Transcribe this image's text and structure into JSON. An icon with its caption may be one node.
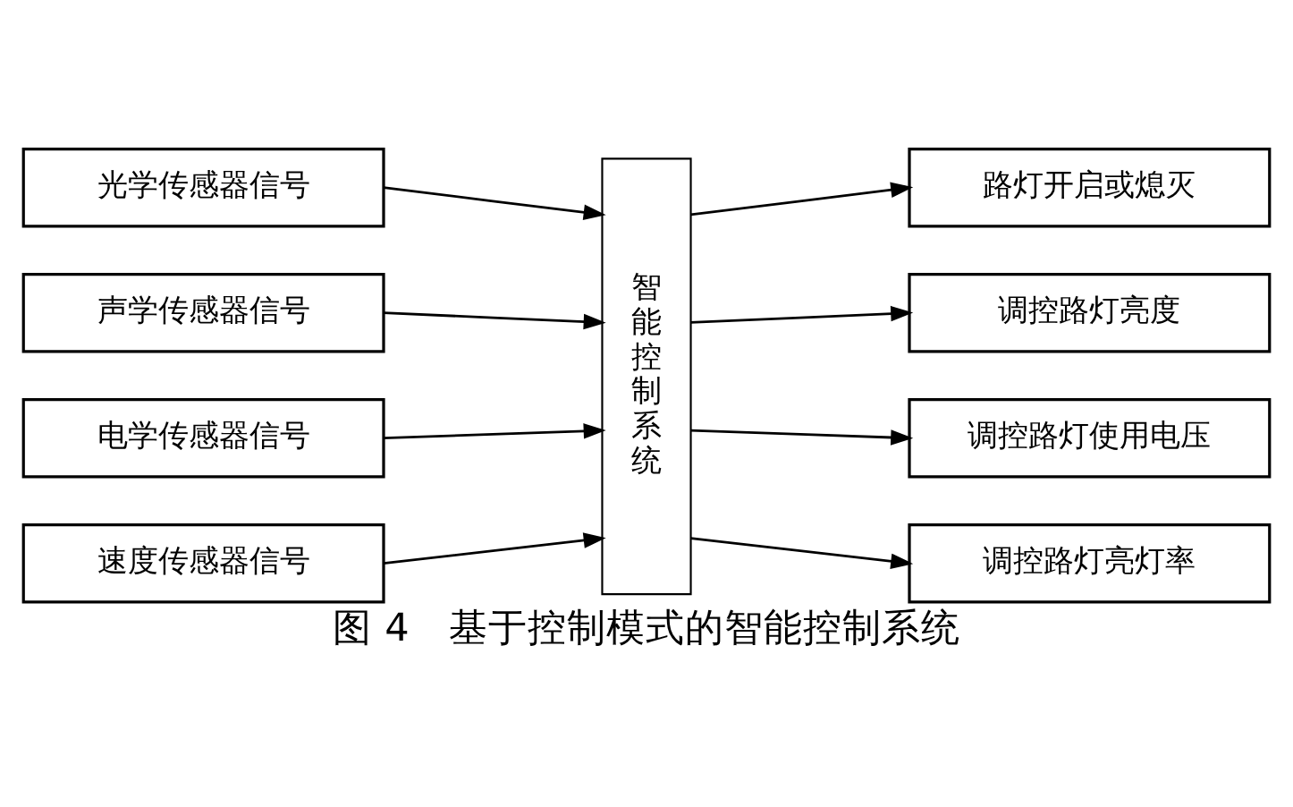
{
  "diagram": {
    "caption": "图 4　基于控制模式的智能控制系统",
    "nodes": [
      {
        "text": [
          "光学传感器信号"
        ]
      },
      {
        "text": [
          "声学传感器信号"
        ]
      },
      {
        "text": [
          "电学传感器信号"
        ]
      },
      {
        "text": [
          "速度传感器信号"
        ]
      },
      {
        "text": [
          "智能控制系统"
        ]
      },
      {
        "text": [
          "路灯开启或熄灭"
        ]
      },
      {
        "text": [
          "调控路灯亮度"
        ]
      },
      {
        "text": [
          "调控路灯使用电压"
        ]
      },
      {
        "text": [
          "调控路灯亮灯率"
        ]
      }
    ],
    "edges": [
      {
        "from": 0,
        "to": 4,
        "arrow": "to"
      },
      {
        "from": 1,
        "to": 4,
        "arrow": "to"
      },
      {
        "from": 2,
        "to": 4,
        "arrow": "to"
      },
      {
        "from": 3,
        "to": 4,
        "arrow": "to"
      },
      {
        "from": 4,
        "to": 5,
        "arrow": "to"
      },
      {
        "from": 4,
        "to": 6,
        "arrow": "to"
      },
      {
        "from": 4,
        "to": 7,
        "arrow": "to"
      },
      {
        "from": 4,
        "to": 8,
        "arrow": "to"
      }
    ]
  }
}
